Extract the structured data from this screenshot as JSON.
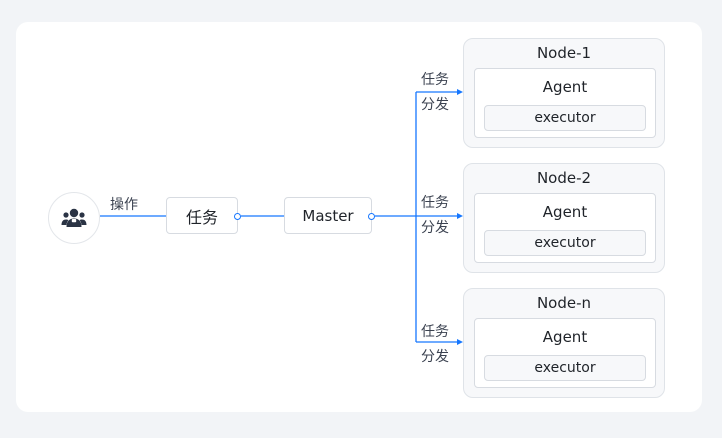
{
  "colors": {
    "accent": "#1677ff",
    "background": "#f2f4f7",
    "panel": "#ffffff"
  },
  "user": {
    "icon": "user-group-icon"
  },
  "edges": {
    "operate_label": "操作"
  },
  "task": {
    "label": "任务"
  },
  "master": {
    "label": "Master"
  },
  "nodes": [
    {
      "title": "Node-1",
      "agent": "Agent",
      "executor": "executor",
      "edge_label_line1": "任务",
      "edge_label_line2": "分发"
    },
    {
      "title": "Node-2",
      "agent": "Agent",
      "executor": "executor",
      "edge_label_line1": "任务",
      "edge_label_line2": "分发"
    },
    {
      "title": "Node-n",
      "agent": "Agent",
      "executor": "executor",
      "edge_label_line1": "任务",
      "edge_label_line2": "分发"
    }
  ]
}
